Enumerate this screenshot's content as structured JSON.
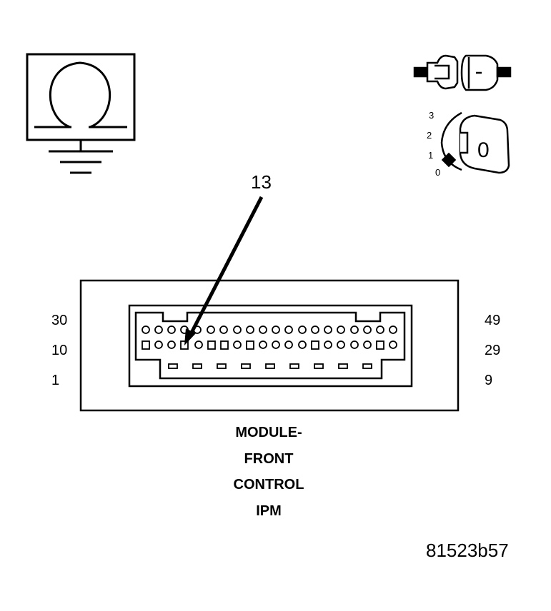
{
  "callout": {
    "pin_number": "13"
  },
  "connector": {
    "pin_labels_left": [
      "30",
      "10",
      "1"
    ],
    "pin_labels_right": [
      "49",
      "29",
      "9"
    ]
  },
  "module_title": [
    "MODULE-",
    "FRONT",
    "CONTROL",
    "IPM"
  ],
  "ignition": {
    "positions": [
      "3",
      "2",
      "1",
      "0"
    ],
    "key_label": "0"
  },
  "ohmmeter_symbol": "Ω",
  "figure_id": "81523b57",
  "icons": [
    "ohmmeter-ground-icon",
    "disconnected-connector-icon",
    "ignition-key-icon"
  ]
}
